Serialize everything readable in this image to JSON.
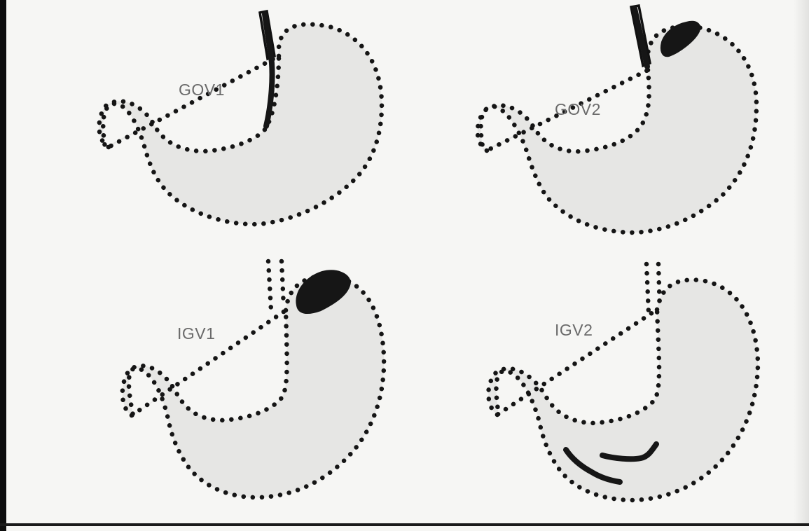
{
  "panels": [
    {
      "id": "gov1",
      "label": "GOV1"
    },
    {
      "id": "gov2",
      "label": "GOV2"
    },
    {
      "id": "igv1",
      "label": "IGV1"
    },
    {
      "id": "igv2",
      "label": "IGV2"
    }
  ],
  "colors": {
    "background": "#f6f6f4",
    "stomach_fill": "#e6e6e4",
    "outline": "#151515",
    "varices": "#161616",
    "label_text": "#6a6a6a"
  }
}
